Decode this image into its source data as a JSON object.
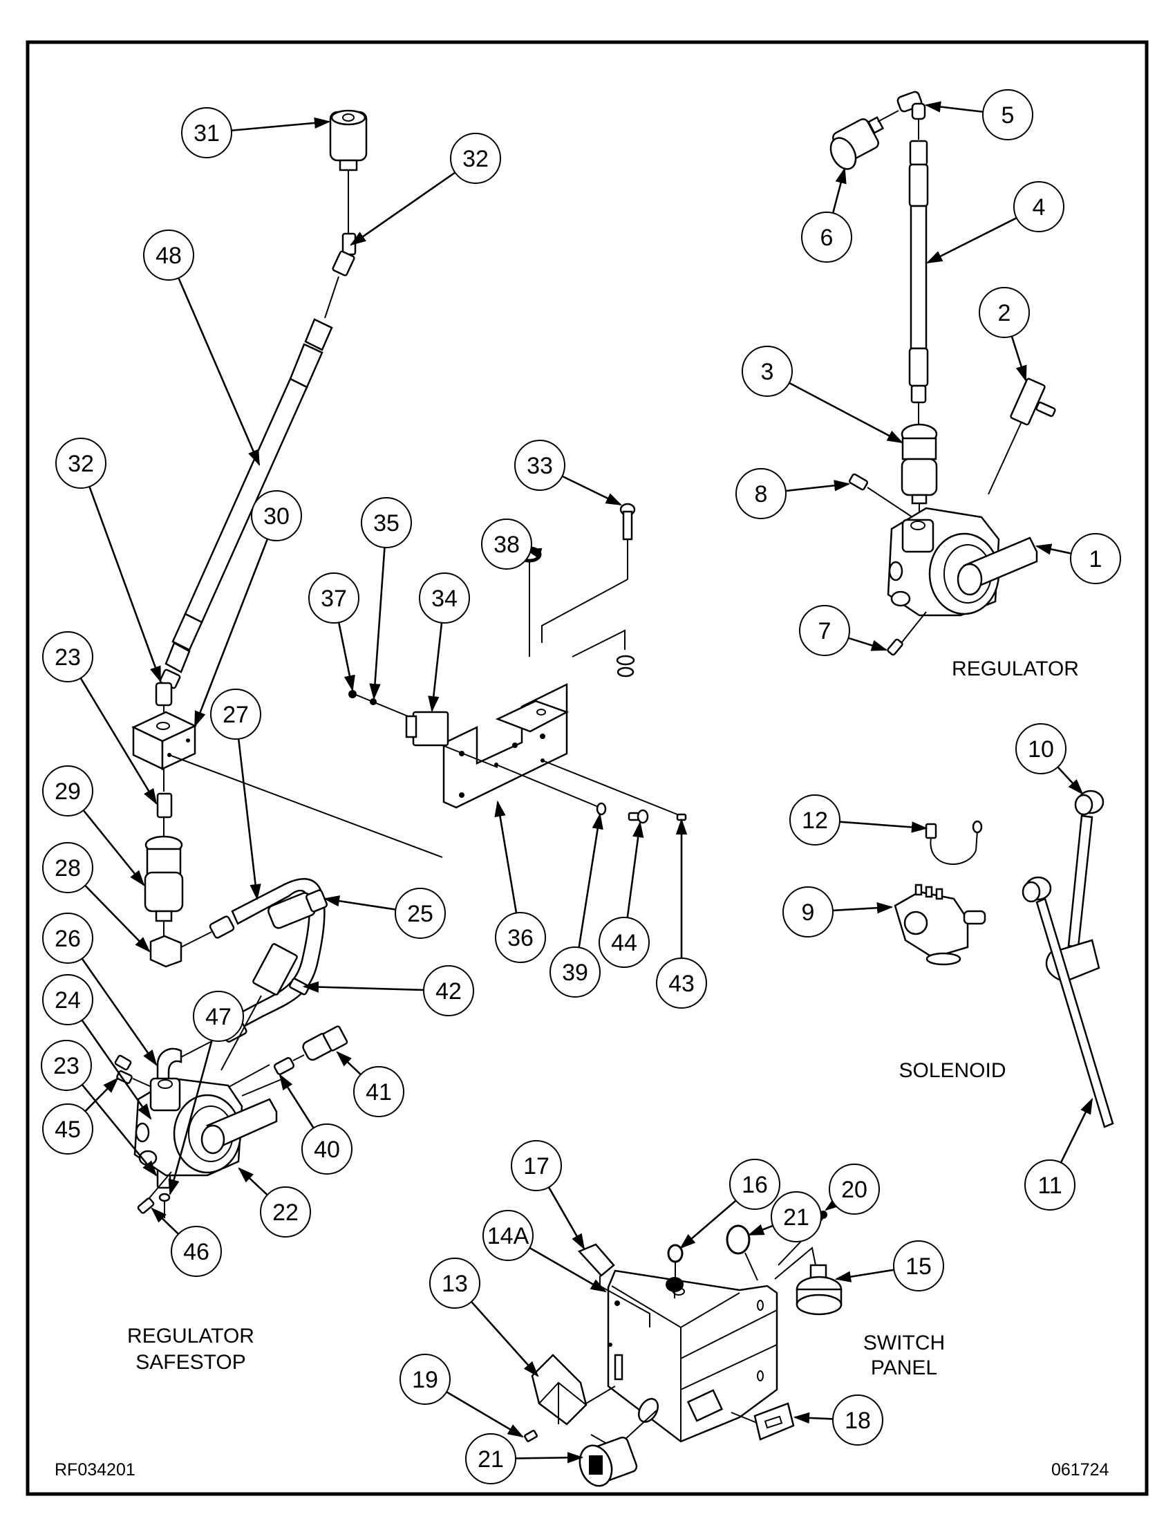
{
  "drawing": {
    "drawing_number": "RF034201",
    "revision_date": "061724"
  },
  "section_labels": {
    "regulator": [
      "REGULATOR"
    ],
    "solenoid": [
      "SOLENOID"
    ],
    "switch_panel": [
      "SWITCH",
      "PANEL"
    ],
    "regulator_safestop": [
      "REGULATOR",
      "SAFESTOP"
    ]
  },
  "callouts": [
    {
      "id": "c1",
      "label": "1"
    },
    {
      "id": "c2",
      "label": "2"
    },
    {
      "id": "c3",
      "label": "3"
    },
    {
      "id": "c4",
      "label": "4"
    },
    {
      "id": "c5",
      "label": "5"
    },
    {
      "id": "c6",
      "label": "6"
    },
    {
      "id": "c7",
      "label": "7"
    },
    {
      "id": "c8",
      "label": "8"
    },
    {
      "id": "c9",
      "label": "9"
    },
    {
      "id": "c10",
      "label": "10"
    },
    {
      "id": "c11",
      "label": "11"
    },
    {
      "id": "c12",
      "label": "12"
    },
    {
      "id": "c13",
      "label": "13"
    },
    {
      "id": "c14a",
      "label": "14A"
    },
    {
      "id": "c15",
      "label": "15"
    },
    {
      "id": "c16",
      "label": "16"
    },
    {
      "id": "c17",
      "label": "17"
    },
    {
      "id": "c18",
      "label": "18"
    },
    {
      "id": "c19",
      "label": "19"
    },
    {
      "id": "c20",
      "label": "20"
    },
    {
      "id": "c21a",
      "label": "21"
    },
    {
      "id": "c21b",
      "label": "21"
    },
    {
      "id": "c22",
      "label": "22"
    },
    {
      "id": "c23a",
      "label": "23"
    },
    {
      "id": "c23b",
      "label": "23"
    },
    {
      "id": "c24",
      "label": "24"
    },
    {
      "id": "c25",
      "label": "25"
    },
    {
      "id": "c26",
      "label": "26"
    },
    {
      "id": "c27",
      "label": "27"
    },
    {
      "id": "c28",
      "label": "28"
    },
    {
      "id": "c29",
      "label": "29"
    },
    {
      "id": "c30",
      "label": "30"
    },
    {
      "id": "c31",
      "label": "31"
    },
    {
      "id": "c32a",
      "label": "32"
    },
    {
      "id": "c32b",
      "label": "32"
    },
    {
      "id": "c33",
      "label": "33"
    },
    {
      "id": "c34",
      "label": "34"
    },
    {
      "id": "c35",
      "label": "35"
    },
    {
      "id": "c36",
      "label": "36"
    },
    {
      "id": "c37",
      "label": "37"
    },
    {
      "id": "c38",
      "label": "38"
    },
    {
      "id": "c39",
      "label": "39"
    },
    {
      "id": "c40",
      "label": "40"
    },
    {
      "id": "c41",
      "label": "41"
    },
    {
      "id": "c42",
      "label": "42"
    },
    {
      "id": "c43",
      "label": "43"
    },
    {
      "id": "c44",
      "label": "44"
    },
    {
      "id": "c45",
      "label": "45"
    },
    {
      "id": "c46",
      "label": "46"
    },
    {
      "id": "c47",
      "label": "47"
    },
    {
      "id": "c48",
      "label": "48"
    }
  ]
}
